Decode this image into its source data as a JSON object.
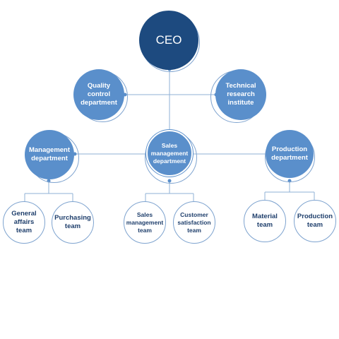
{
  "colors": {
    "dark_navy": "#1d4a7f",
    "medium_blue": "#5a8fcb",
    "line": "#8fb0d6",
    "outline_text": "#1f3f6c"
  },
  "nodes": {
    "ceo": "CEO",
    "quality_control": "Quality\ncontrol\ndepartment",
    "technical_research": "Technical\nresearch\ninstitute",
    "management": "Management\ndepartment",
    "sales_management": "Sales\nmanagement\ndepartment",
    "production": "Production\ndepartment",
    "general_affairs": "General\naffairs\nteam",
    "purchasing": "Purchasing\nteam",
    "sales_management_team": "Sales\nmanagement\nteam",
    "customer_satisfaction": "Customer\nsatisfaction\nteam",
    "material": "Material\nteam",
    "production_team": "Production\nteam"
  }
}
